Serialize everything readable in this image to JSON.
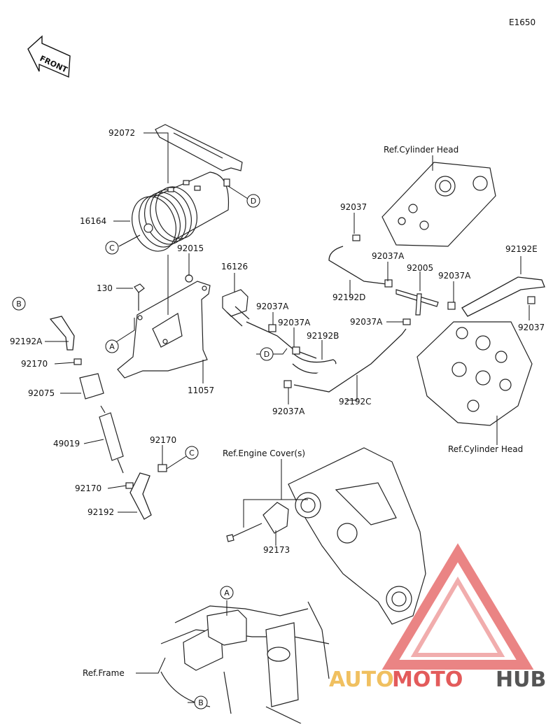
{
  "diagram_code": "E1650",
  "front_label": "FRONT",
  "parts": {
    "p92072": "92072",
    "p16164": "16164",
    "p92015": "92015",
    "p130": "130",
    "p16126": "16126",
    "p92192A": "92192A",
    "p92170_a": "92170",
    "p92075": "92075",
    "p49019": "49019",
    "p92170_b": "92170",
    "p92170_c": "92170",
    "p92192": "92192",
    "p11057": "11057",
    "p92037A_a": "92037A",
    "p92037A_b": "92037A",
    "p92192B": "92192B",
    "p92037A_c": "92037A",
    "p92192C": "92192C",
    "p92037_a": "92037",
    "p92192D": "92192D",
    "p92037A_d": "92037A",
    "p92005": "92005",
    "p92037A_e": "92037A",
    "p92192E": "92192E",
    "p92037A_f": "92037A",
    "p92037_b": "92037",
    "p92173": "92173"
  },
  "refs": {
    "cyl_head_top": "Ref.Cylinder Head",
    "cyl_head_bottom": "Ref.Cylinder Head",
    "engine_cover": "Ref.Engine Cover(s)",
    "frame": "Ref.Frame"
  },
  "callouts": {
    "a1": "A",
    "a2": "A",
    "b1": "B",
    "b2": "B",
    "c1": "C",
    "c2": "C",
    "d1": "D",
    "d2": "D"
  },
  "watermark": {
    "part1": "AUTO",
    "part2": "MOTO",
    "part3": "HUB",
    "colors": {
      "auto": "#f0c060",
      "moto": "#e35b5b",
      "hub": "#555555"
    }
  }
}
